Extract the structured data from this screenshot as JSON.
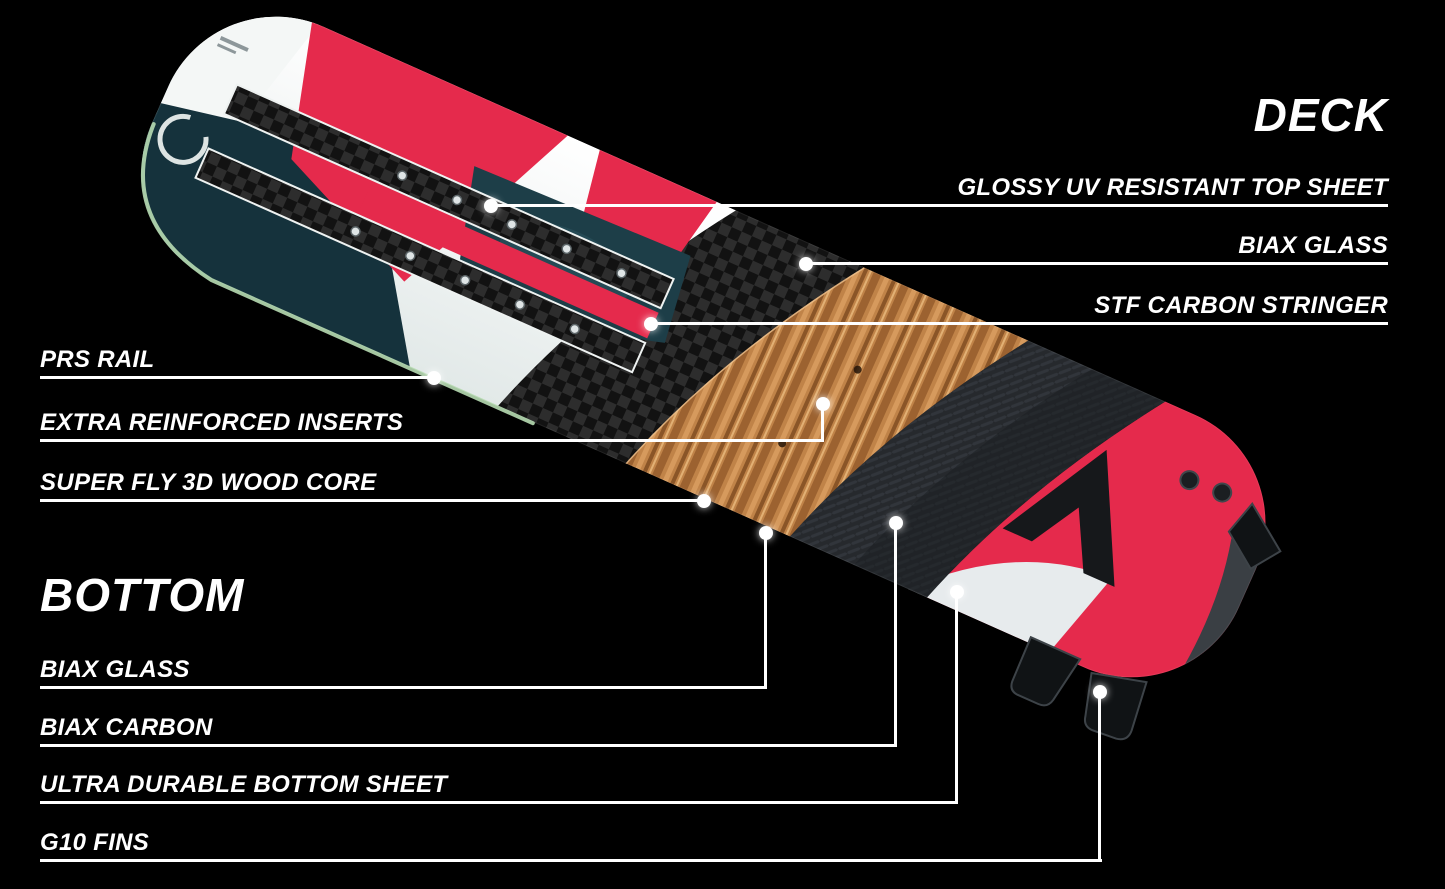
{
  "deck": {
    "heading": "DECK",
    "labels": [
      "GLOSSY UV RESISTANT TOP SHEET",
      "BIAX GLASS",
      "STF CARBON STRINGER"
    ]
  },
  "construction": {
    "labels": [
      "PRS RAIL",
      "EXTRA REINFORCED INSERTS",
      "SUPER FLY 3D WOOD CORE"
    ]
  },
  "bottom": {
    "heading": "BOTTOM",
    "labels": [
      "BIAX GLASS",
      "BIAX CARBON",
      "ULTRA DURABLE BOTTOM SHEET",
      "G10 FINS"
    ]
  },
  "board": {
    "colors": {
      "background": "#000000",
      "label_text": "#ffffff",
      "leader_line": "#ffffff",
      "board_red": "#e52a4c",
      "board_teal": "#15323c",
      "wood_core": "#c08348",
      "carbon": "#121212",
      "rail_green": "#b7dcb2",
      "bottom_sheet_white": "#e7ebed"
    }
  }
}
